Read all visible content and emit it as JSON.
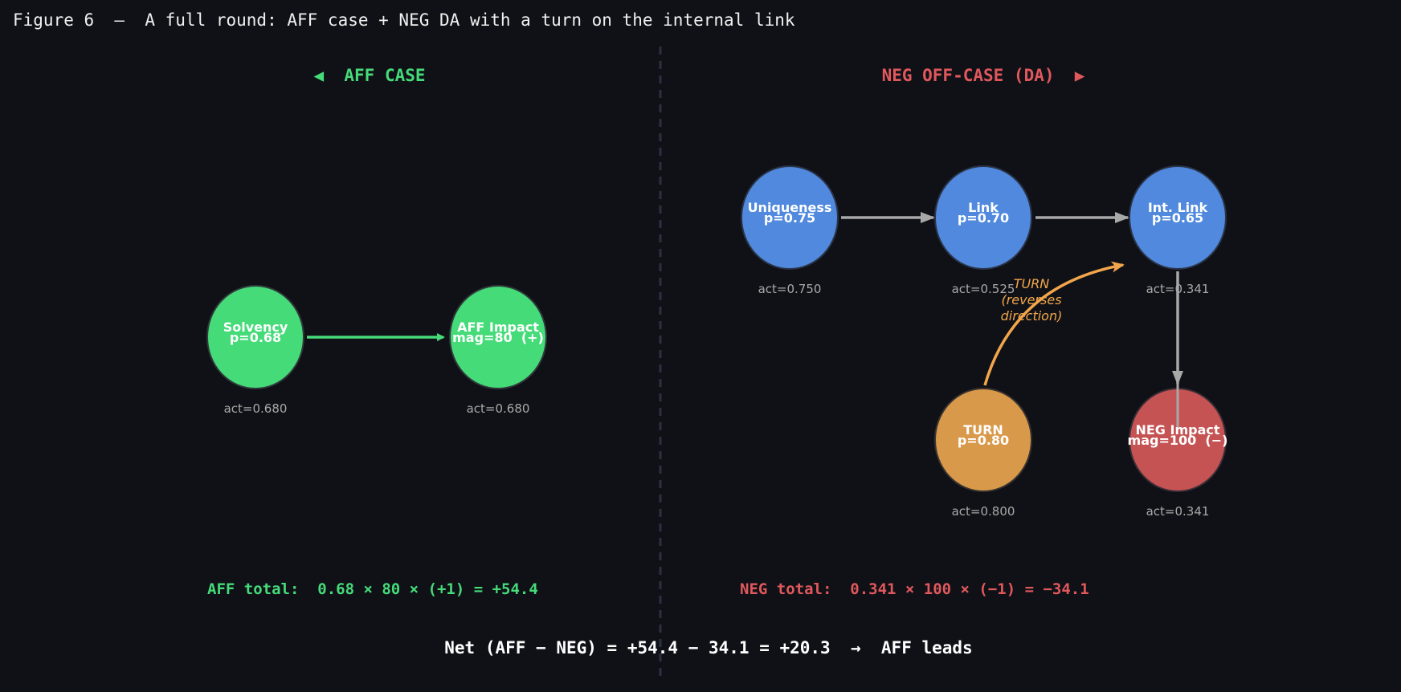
{
  "figure_title": "Figure 6  —  A full round: AFF case + NEG DA with a turn on the internal link",
  "aff_header": "◀  AFF CASE",
  "neg_header": "NEG OFF-CASE (DA)  ▶",
  "colors": {
    "background": "#101117",
    "aff_green": "#45db79",
    "neg_red": "#e0585c",
    "node_blue": "#5089dd",
    "turn_orange": "#d9994a",
    "neg_impact_red": "#c65354",
    "arrow_gray": "#a8a8a8",
    "turn_arrow": "#f2a64b",
    "divider": "#2c3040"
  },
  "nodes": {
    "solvency": {
      "name": "Solvency",
      "value": "p=0.68",
      "act": "act=0.680"
    },
    "aff_impact": {
      "name": "AFF Impact",
      "value": "mag=80  (+)",
      "act": "act=0.680"
    },
    "uniqueness": {
      "name": "Uniqueness",
      "value": "p=0.75",
      "act": "act=0.750"
    },
    "link": {
      "name": "Link",
      "value": "p=0.70",
      "act": "act=0.525"
    },
    "int_link": {
      "name": "Int. Link",
      "value": "p=0.65",
      "act": "act=0.341"
    },
    "turn": {
      "name": "TURN",
      "value": "p=0.80",
      "act": "act=0.800"
    },
    "neg_impact": {
      "name": "NEG Impact",
      "value": "mag=100  (−)",
      "act": "act=0.341"
    }
  },
  "turn_annotation": [
    "TURN",
    "(reverses",
    "direction)"
  ],
  "aff_total": "AFF total:  0.68 × 80 × (+1) = +54.4",
  "neg_total": "NEG total:  0.341 × 100 × (−1) = −34.1",
  "net": "Net (AFF − NEG) = +54.4 − 34.1 = +20.3  →  AFF leads"
}
